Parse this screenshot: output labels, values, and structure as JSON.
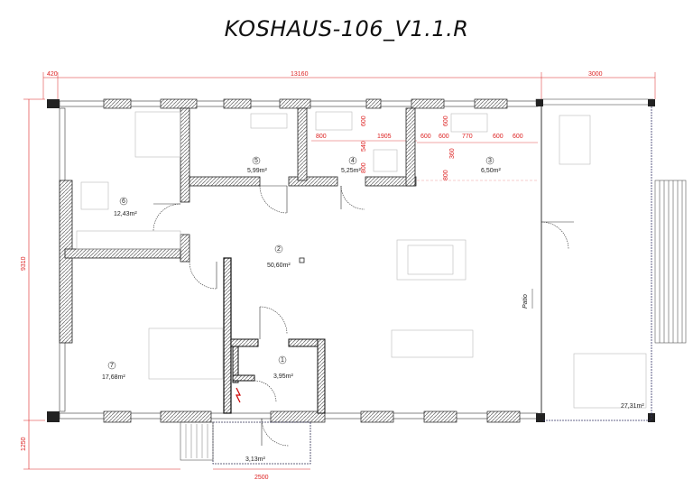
{
  "title": "KOSHAUS-106_V1.1.R",
  "dimensions": {
    "top_left": "420",
    "top_main": "13160",
    "top_right": "3000",
    "left_height": "9310",
    "left_bottom": "1250",
    "bottom_porch": "2500",
    "inner": [
      "800",
      "1905",
      "600",
      "600",
      "770",
      "600",
      "600",
      "600",
      "540",
      "800",
      "600",
      "360",
      "800"
    ]
  },
  "rooms": [
    {
      "num": "1",
      "area": "3,95m²"
    },
    {
      "num": "2",
      "area": "50,60m²"
    },
    {
      "num": "3",
      "area": "6,50m²"
    },
    {
      "num": "4",
      "area": "5,25m²"
    },
    {
      "num": "5",
      "area": "5,99m²"
    },
    {
      "num": "6",
      "area": "12,43m²"
    },
    {
      "num": "7",
      "area": "17,68m²"
    }
  ],
  "terrace_area": "27,31m²",
  "porch_area": "3,13m²",
  "patio_label": "Patio",
  "colors": {
    "dimension": "#dd2222",
    "wall": "#222222",
    "hatch": "#888888"
  }
}
